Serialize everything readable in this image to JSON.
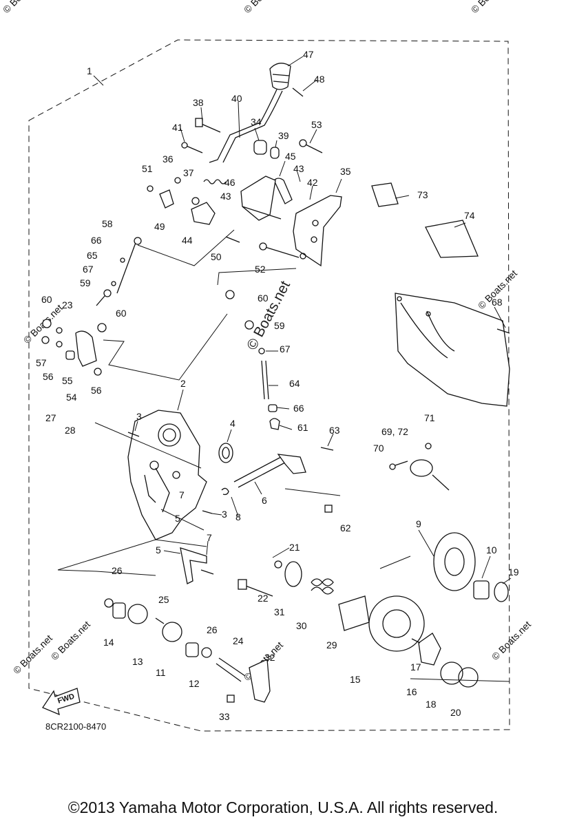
{
  "diagram": {
    "ref_code": "8CR2100-8470",
    "fwd_label": "FWD",
    "watermark": "© Boats.net",
    "callouts": [
      "1",
      "2",
      "3",
      "3",
      "4",
      "5",
      "5",
      "6",
      "7",
      "7",
      "8",
      "9",
      "10",
      "11",
      "12",
      "13",
      "14",
      "15",
      "16",
      "17",
      "18",
      "19",
      "20",
      "21",
      "22",
      "23",
      "24",
      "25",
      "26",
      "26",
      "27",
      "28",
      "29",
      "30",
      "31",
      "32",
      "33",
      "34",
      "35",
      "36",
      "37",
      "38",
      "39",
      "40",
      "41",
      "42",
      "43",
      "43",
      "44",
      "45",
      "46",
      "47",
      "48",
      "49",
      "50",
      "51",
      "52",
      "53",
      "54",
      "55",
      "56",
      "56",
      "57",
      "58",
      "59",
      "59",
      "60",
      "60",
      "60",
      "61",
      "62",
      "63",
      "64",
      "65",
      "66",
      "66",
      "67",
      "67",
      "69, 72",
      "70",
      "71",
      "73",
      "74",
      "68"
    ]
  },
  "copyright": "©2013 Yamaha Motor Corporation, U.S.A. All rights reserved."
}
